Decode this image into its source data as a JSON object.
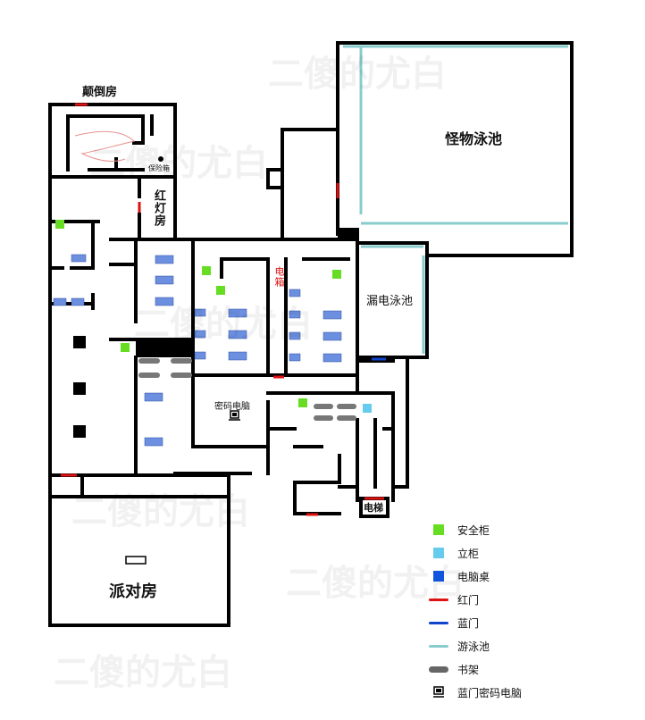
{
  "labels": {
    "capsized_room": "颠倒房",
    "safe": "保险箱",
    "red_light_room": "红灯房",
    "monster_pool": "怪物泳池",
    "leaky_pool": "漏电泳池",
    "electric_box": "电箱",
    "password_computer": "密码电脑",
    "elevator": "电梯",
    "party_room": "派对房"
  },
  "watermark": "二傻的尤白",
  "legend": [
    {
      "key": "safe_cabinet",
      "label": "安全柜",
      "color": "#66dd22",
      "icon": "green-square-icon"
    },
    {
      "key": "standing_cabinet",
      "label": "立柜",
      "color": "#66ccee",
      "icon": "light-blue-square-icon"
    },
    {
      "key": "computer_desk",
      "label": "电脑桌",
      "color": "#1155dd",
      "icon": "blue-square-icon"
    },
    {
      "key": "red_door",
      "label": "红门",
      "color": "#dd1111",
      "icon": "red-line-icon"
    },
    {
      "key": "blue_door",
      "label": "蓝门",
      "color": "#1144cc",
      "icon": "blue-line-icon"
    },
    {
      "key": "pool",
      "label": "游泳池",
      "color": "#88cccc",
      "icon": "teal-line-icon"
    },
    {
      "key": "bookshelf",
      "label": "书架",
      "color": "#666666",
      "icon": "bookshelf-icon"
    },
    {
      "key": "blue_door_pc",
      "label": "蓝门密码电脑",
      "color": "#111111",
      "icon": "computer-icon"
    }
  ],
  "colors": {
    "wall": "#000000",
    "safe_cabinet": "#66dd22",
    "standing_cabinet": "#66ccee",
    "computer_desk": "#6c8fe0",
    "red_door": "#dd1111",
    "blue_door": "#1144cc",
    "pool": "#88cccc",
    "bookshelf": "#777777"
  }
}
